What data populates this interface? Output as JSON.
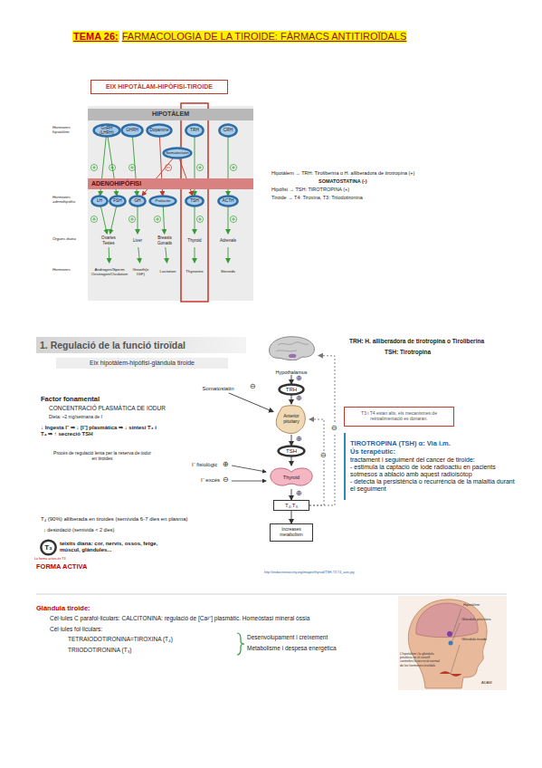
{
  "diagram": {
    "title": "FARMACOLOGIA DE LA TIROIDE: FÀRMACS ANTITIROÏDALS",
    "nodes": [
      {
        "text": [
          "EIX HIPOTÀLAM-HIPÒFISI-TIROIDE"
        ]
      },
      {
        "text": [
          "HIPOTÀLEM"
        ]
      },
      {
        "text": [
          "GnRH (LHRH)"
        ]
      },
      {
        "text": [
          "GHRH"
        ]
      },
      {
        "text": [
          "Dopamine"
        ]
      },
      {
        "text": [
          "TRH"
        ]
      },
      {
        "text": [
          "CRH"
        ]
      },
      {
        "text": [
          "Somatostatin"
        ]
      },
      {
        "text": [
          "ADENOHIPÒFISI"
        ]
      },
      {
        "text": [
          "LH"
        ]
      },
      {
        "text": [
          "FSH"
        ]
      },
      {
        "text": [
          "GH"
        ]
      },
      {
        "text": [
          "Prolactin"
        ]
      },
      {
        "text": [
          "TSH"
        ]
      },
      {
        "text": [
          "ACTH"
        ]
      },
      {
        "text": [
          "Ovaries Testes"
        ]
      },
      {
        "text": [
          "Liver"
        ]
      },
      {
        "text": [
          "Breasts Gonads"
        ]
      },
      {
        "text": [
          "Thyroid"
        ]
      },
      {
        "text": [
          "Adrenals"
        ]
      },
      {
        "text": [
          "Androgen/Sperm Oestrogen/Ovulation"
        ]
      },
      {
        "text": [
          "Growth(e IGF)"
        ]
      },
      {
        "text": [
          "Lactation"
        ]
      },
      {
        "text": [
          "Thyroxine"
        ]
      },
      {
        "text": [
          "Steroids"
        ]
      },
      {
        "text": [
          "1. Regulació de la funció tiroïdal"
        ]
      },
      {
        "text": [
          "Eix hipotàlem-hipòfisi-glàndula tiroide"
        ]
      },
      {
        "text": [
          "Hypothalamus"
        ]
      },
      {
        "text": [
          "TRH"
        ]
      },
      {
        "text": [
          "Anterior pituitary"
        ]
      },
      {
        "text": [
          "TSH"
        ]
      },
      {
        "text": [
          "Thyroid"
        ]
      },
      {
        "text": [
          "T₄,T₃"
        ]
      },
      {
        "text": [
          "Increases metabolism"
        ]
      },
      {
        "text": [
          "Somatostatin"
        ]
      },
      {
        "text": [
          "T3 i T4 estan alts, els mecanismes de retroalimentació es donaran."
        ]
      },
      {
        "text": [
          "TIROTROPINA (TSH) α: Via i.m.",
          "Ús terapèutic:",
          "tractament i seguiment del cancer de tiroide:",
          "- estimula la captació de iode radioactiu en pacients sotmesos a ablació amb aquest radioisòtop",
          "- detecta la persistència o recurrència de la malaltia durant el seguiment"
        ]
      },
      {
        "text": [
          "T₃"
        ]
      }
    ],
    "edges": [
      {
        "from": 2,
        "to": 9,
        "arrow": "to"
      },
      {
        "from": 2,
        "to": 10,
        "arrow": "to"
      },
      {
        "from": 3,
        "to": 11,
        "arrow": "to"
      },
      {
        "from": 7,
        "to": 11,
        "arrow": "to"
      },
      {
        "from": 4,
        "to": 12,
        "arrow": "to"
      },
      {
        "from": 5,
        "to": 13,
        "arrow": "to"
      },
      {
        "from": 7,
        "to": 13,
        "arrow": "to"
      },
      {
        "from": 6,
        "to": 14,
        "arrow": "to"
      },
      {
        "from": 9,
        "to": 15,
        "arrow": "to"
      },
      {
        "from": 10,
        "to": 15,
        "arrow": "to"
      },
      {
        "from": 11,
        "to": 16,
        "arrow": "to"
      },
      {
        "from": 12,
        "to": 17,
        "arrow": "to"
      },
      {
        "from": 13,
        "to": 18,
        "arrow": "to"
      },
      {
        "from": 14,
        "to": 19,
        "arrow": "to"
      },
      {
        "from": 15,
        "to": 20,
        "arrow": "to"
      },
      {
        "from": 16,
        "to": 21,
        "arrow": "to"
      },
      {
        "from": 17,
        "to": 22,
        "arrow": "to"
      },
      {
        "from": 18,
        "to": 23,
        "arrow": "to"
      },
      {
        "from": 19,
        "to": 24,
        "arrow": "to"
      },
      {
        "from": 27,
        "to": 28,
        "arrow": "to"
      },
      {
        "from": 28,
        "to": 29,
        "arrow": "to"
      },
      {
        "from": 34,
        "to": 29,
        "arrow": "to"
      },
      {
        "from": 29,
        "to": 30,
        "arrow": "to"
      },
      {
        "from": 30,
        "to": 31,
        "arrow": "to"
      },
      {
        "from": 31,
        "to": 32,
        "arrow": "to"
      },
      {
        "from": 32,
        "to": 33,
        "arrow": "to"
      },
      {
        "from": 32,
        "to": 29,
        "arrow": "to"
      },
      {
        "from": 32,
        "to": 27,
        "arrow": "to"
      }
    ],
    "labels": [
      "TEMA 26:",
      "Hipotàlem → TRH: Tiroliberina o H. alliberadora de tirotropina (+)",
      "SOMATOSTATINA (-)",
      "Hipòfisi → TSH: TIROTROPINA (+)",
      "Tiroide → T4: Tiroxina, T3: Triiodotironina",
      "Hormones hipotàlem",
      "Hormones adenohipòfisi",
      "Òrgans diana",
      "Hormones",
      "TRH: H. alliberadora de tirotropina o Tiroliberina",
      "TSH: Tirotropina",
      "Factor fonamental",
      "CONCENTRACIÓ PLASMÀTICA DE IODUR",
      "Dieta: ~2 mg/setmana de I⁻",
      "↓ Ingesta I⁻ ⇒ ↓ [I⁻] plasmàtica ⇒ ↓ síntesi T₃ i T₄ ⇒ ↑ secreció TSH",
      "Procés de regulació lenta per la reserva de iodur en tiroides",
      "I⁻ fisiològic",
      "I⁻ excés",
      "⊕",
      "⊖",
      "⊕",
      "⊕",
      "⊕",
      "⊖",
      "⊕",
      "⊖",
      "⊖",
      "T₄ (90%) alliberada en tiroides (semivida 6-7 dies en plasma)",
      "↓ desiodació (semivida < 2 dies)",
      "teixits diana: cor, nervis, ossos, fetge, múscul, glàndules...",
      "La forma activa és T3",
      "FORMA ACTIVA",
      "http://endocrinesociety.org/images/thyroid/TSH-T3-T4_axis.jpg",
      "Glàndula tiroide:",
      "Cèl·lules C parafol·liculars: CALCITONINA: regulació de [Ca²⁺] plasmàtic. Homeòstasi mineral òssia",
      "Cèl·lules fol·liculars:",
      "TETRAIODOTIRONINA=TIROXINA (T₄)",
      "TRIIODOTIRONINA (T₃)",
      "Desenvolupament i creixement",
      "Metabolisme i despesa energètica",
      "Hipotàlem",
      "Glàndula pituïtària",
      "Glàndula tiroide",
      "L'hipotàlem i la glàndula pituïtària en el cervell controlen la secreció normal de les hormones tiroïdals",
      "ADAM"
    ]
  }
}
